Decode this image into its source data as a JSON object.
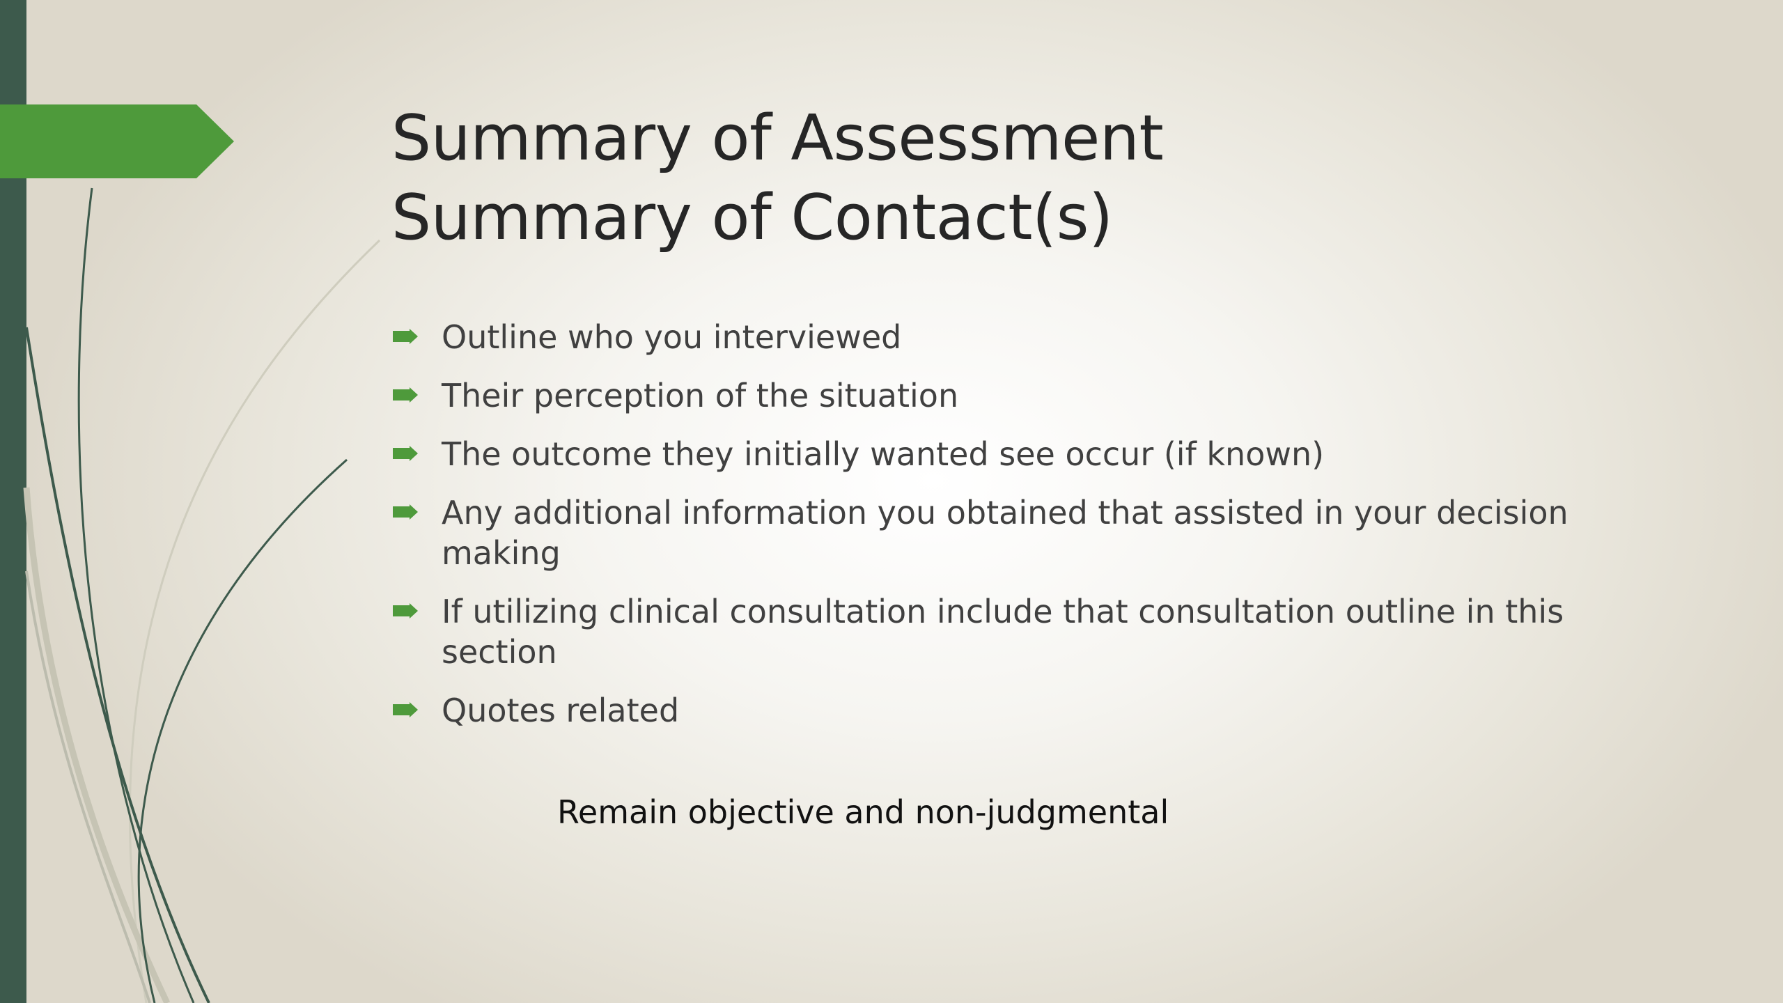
{
  "slide": {
    "title_lines": [
      "Summary of Assessment",
      "Summary of Contact(s)"
    ],
    "bullets": [
      "Outline who you interviewed",
      "Their perception of the situation",
      "The outcome they initially wanted see occur (if known)",
      "Any additional information you obtained that assisted in your decision making",
      "If utilizing clinical consultation include that consultation outline  in this section",
      "Quotes related"
    ],
    "note": "Remain objective and non-judgmental"
  },
  "colors": {
    "accent_green": "#4e9a3b",
    "dark_green": "#3d5a4c",
    "title_text": "#262626",
    "body_text": "#404040"
  },
  "icons": {
    "title_marker": "green-arrow-banner-icon",
    "bullet": "green-arrow-bullet-icon"
  }
}
